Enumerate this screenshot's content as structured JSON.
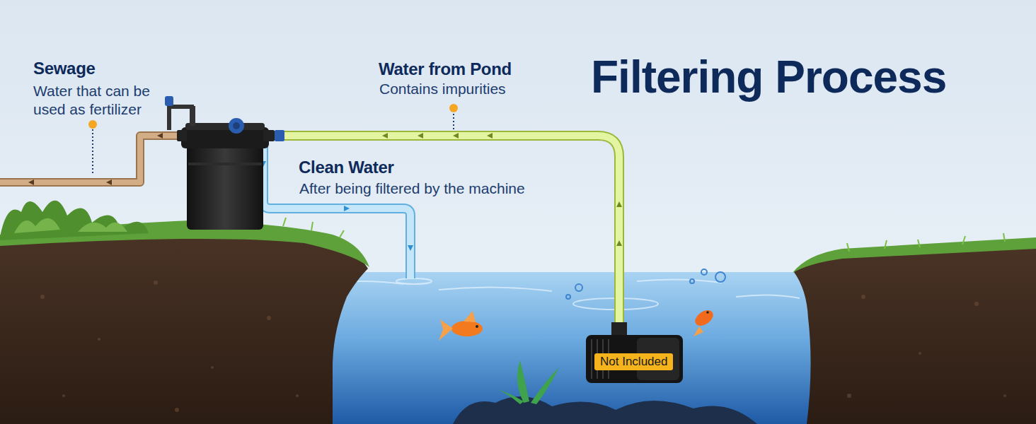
{
  "diagram": {
    "title": "Filtering Process",
    "nodes": [
      {
        "text": [
          "Not Included"
        ]
      }
    ],
    "labels": [
      "Sewage",
      "Water that can be used as fertilizer",
      "Water from Pond",
      "Contains impurities",
      "Clean Water",
      "After being filtered by the machine"
    ]
  }
}
